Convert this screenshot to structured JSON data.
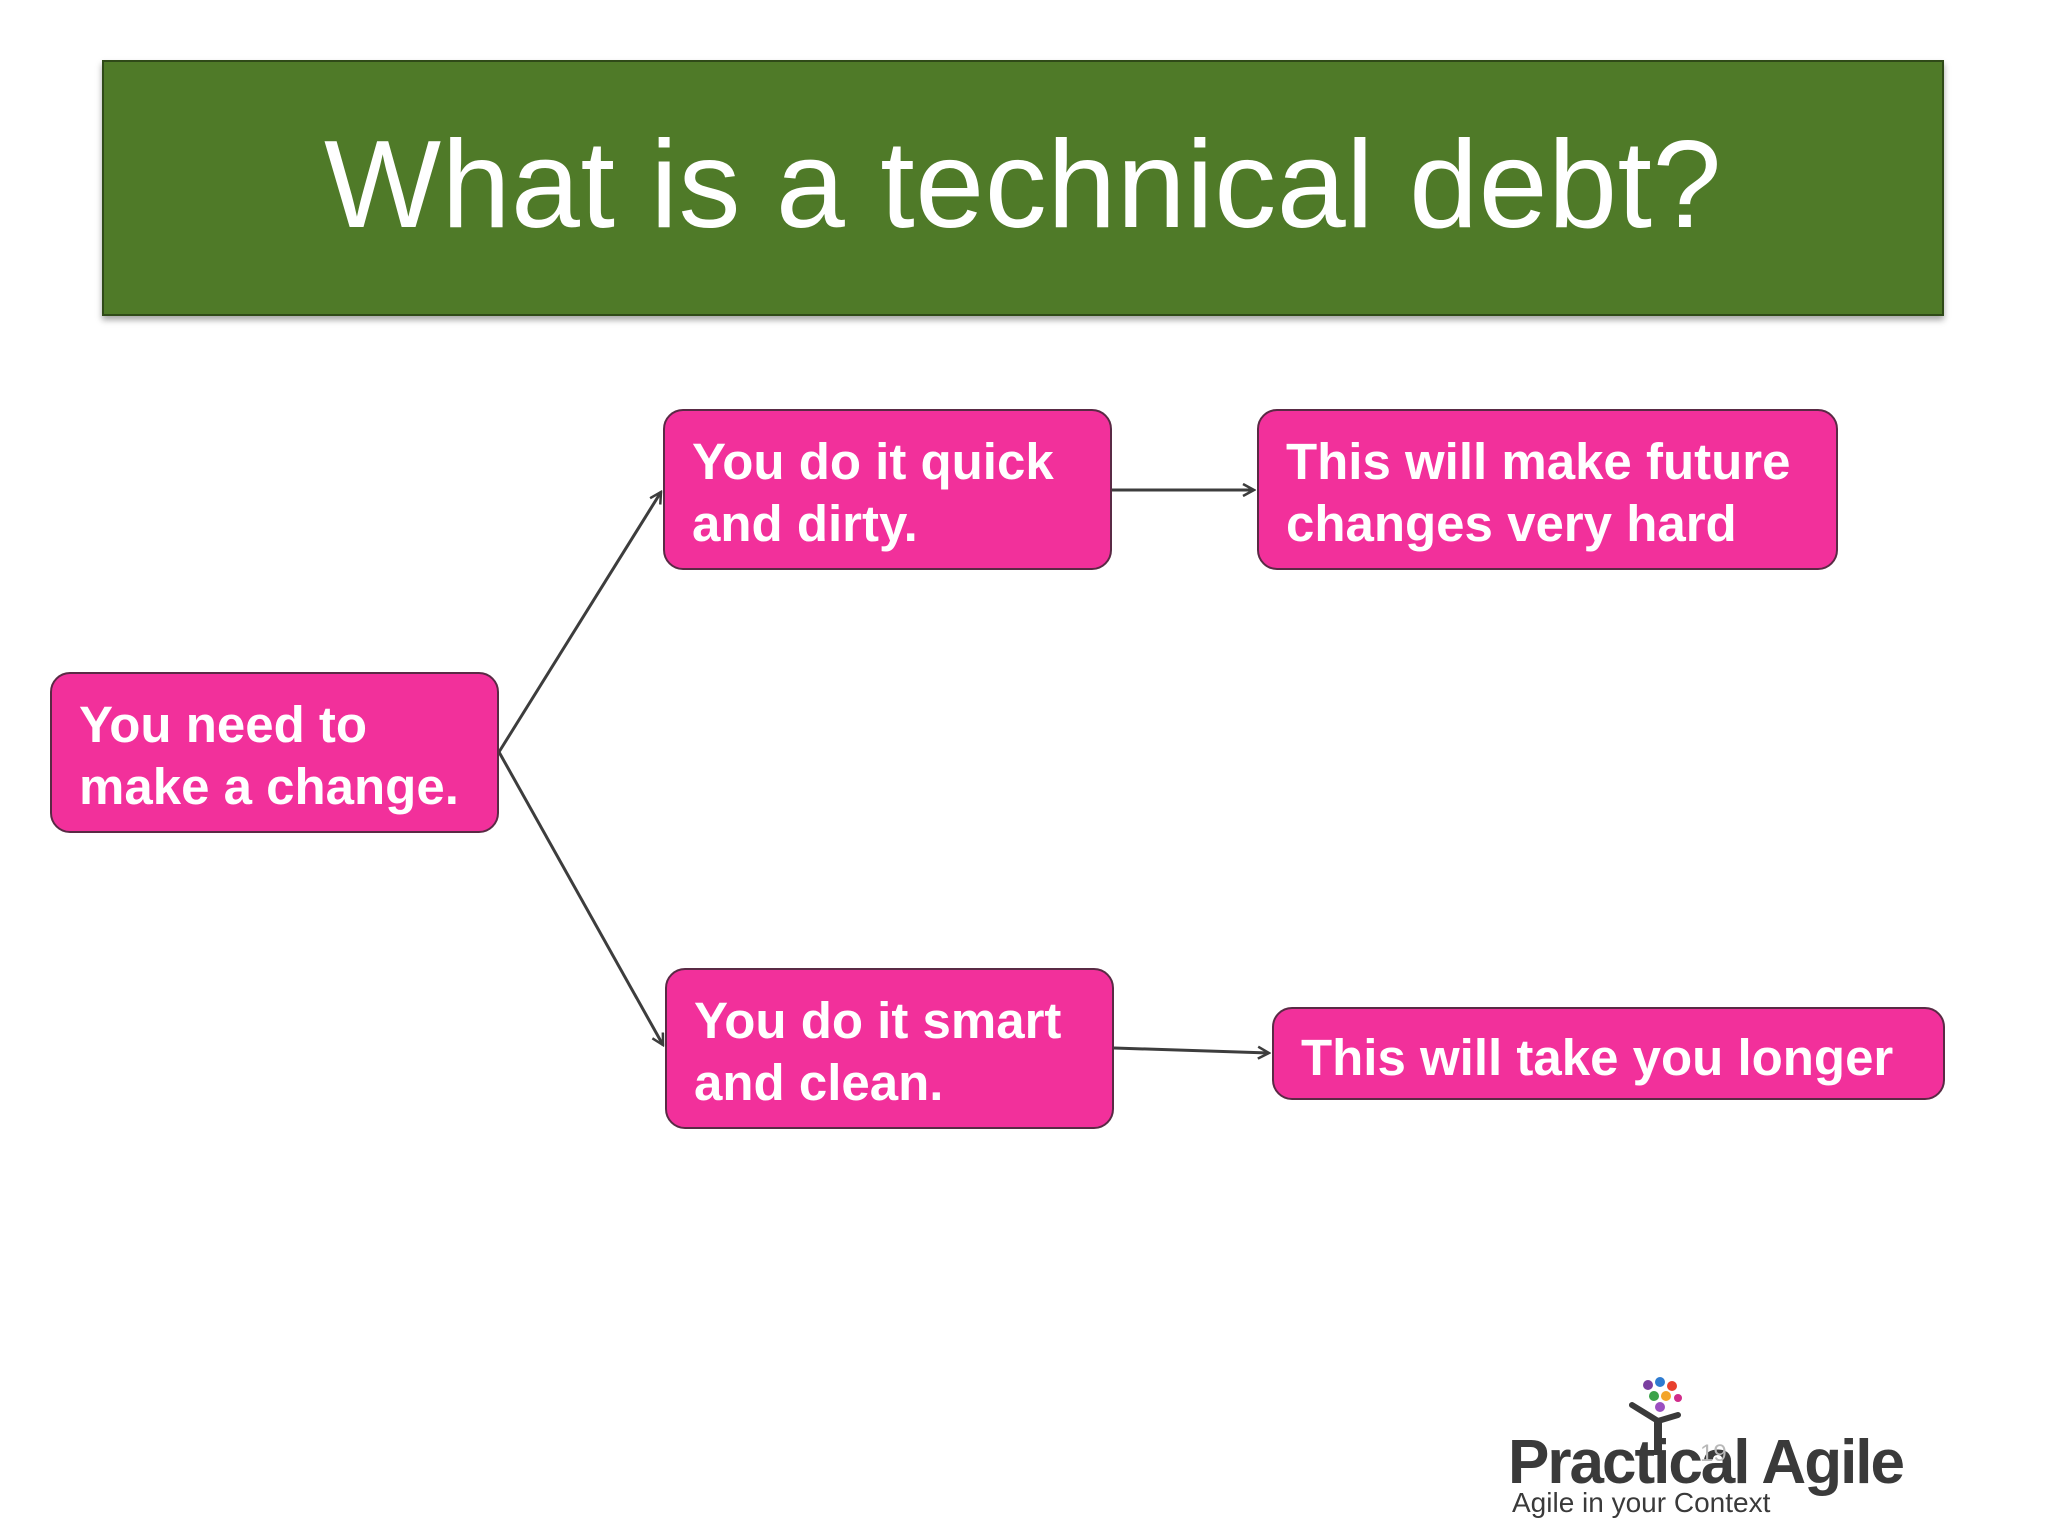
{
  "slide": {
    "title": "What is a technical debt?",
    "page_number": "19"
  },
  "nodes": {
    "start": "You need to\nmake a change.",
    "quick": "You do it quick\nand dirty.",
    "future": "This will make future\nchanges very hard",
    "smart": "You do it smart\nand clean.",
    "longer": "This will take you longer"
  },
  "edges": [
    {
      "from": "start",
      "to": "quick"
    },
    {
      "from": "start",
      "to": "smart"
    },
    {
      "from": "quick",
      "to": "future"
    },
    {
      "from": "smart",
      "to": "longer"
    }
  ],
  "logo": {
    "name": "Practical Agile",
    "tagline": "Agile in your Context"
  },
  "colors": {
    "title_bg": "#4f7a28",
    "node_fill": "#f2309b",
    "node_border": "#5a2a45",
    "connector": "#3d3d3d"
  }
}
